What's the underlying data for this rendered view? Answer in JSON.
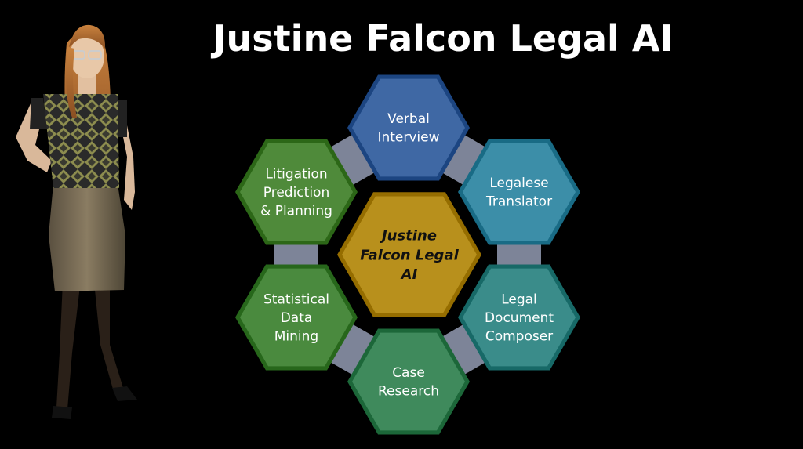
{
  "title": "Justine Falcon Legal AI",
  "colors": {
    "background": "#000000",
    "center": "#b8901c",
    "verbal": "#3f68a4",
    "legalese": "#3c8ea8",
    "composer": "#3a8c8a",
    "research": "#3f8a5c",
    "mining": "#4a8a3e",
    "litigation": "#4f8a3a",
    "connector": "#8b92a8"
  },
  "hexagons": {
    "center": {
      "lines": [
        "Justine",
        "Falcon Legal",
        "AI"
      ]
    },
    "verbal": {
      "lines": [
        "Verbal",
        "Interview"
      ]
    },
    "legalese": {
      "lines": [
        "Legalese",
        "Translator"
      ]
    },
    "composer": {
      "lines": [
        "Legal",
        "Document",
        "Composer"
      ]
    },
    "research": {
      "lines": [
        "Case",
        "Research"
      ]
    },
    "mining": {
      "lines": [
        "Statistical",
        "Data",
        "Mining"
      ]
    },
    "litigation": {
      "lines": [
        "Litigation",
        "Prediction",
        "& Planning"
      ]
    }
  },
  "figure": {
    "icon": "woman-avatar-figure"
  }
}
